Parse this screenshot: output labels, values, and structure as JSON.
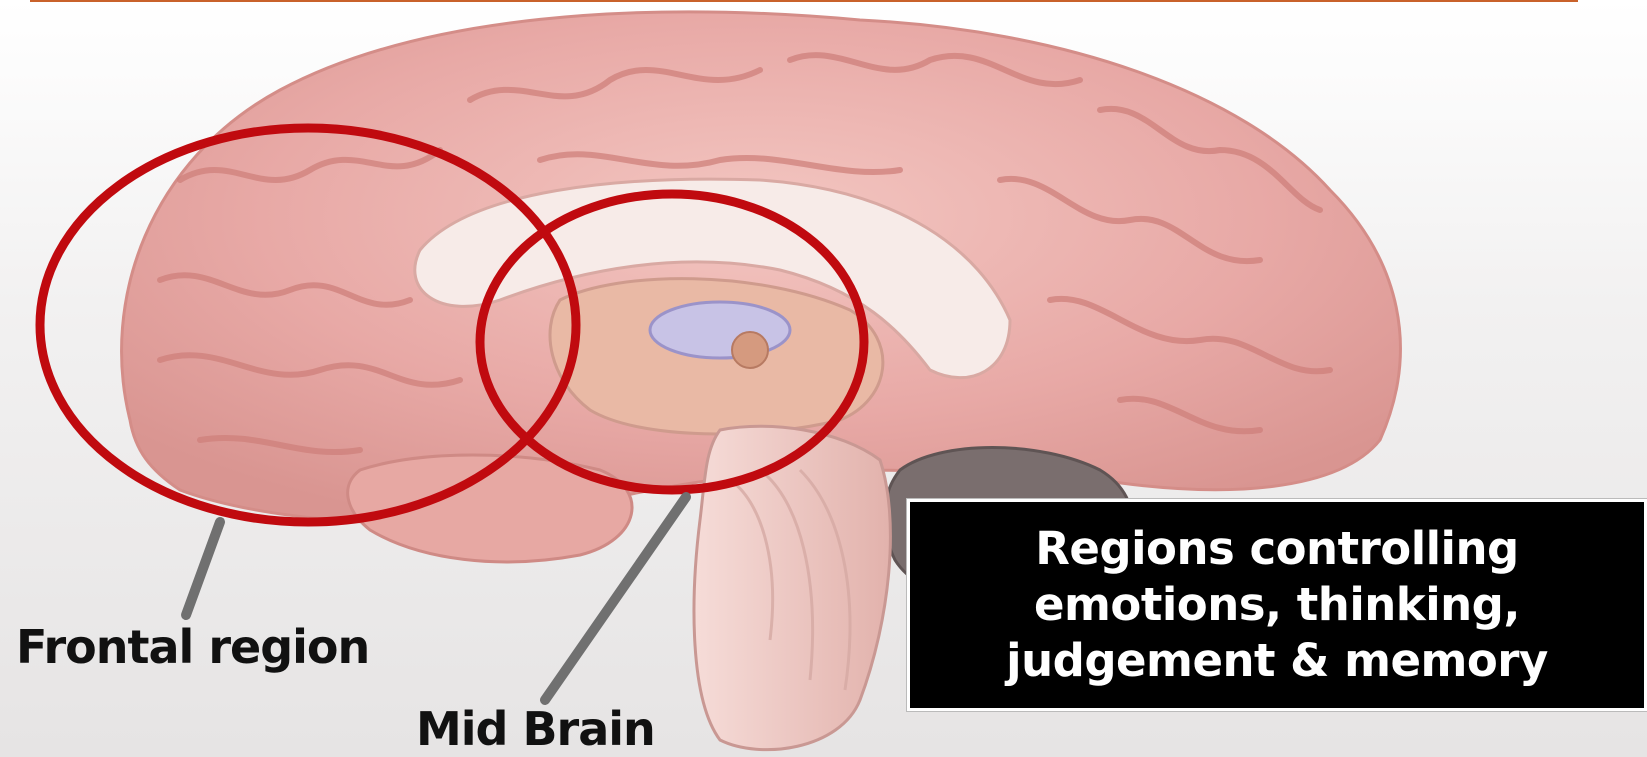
{
  "labels": {
    "frontal": "Frontal region",
    "mid_brain": "Mid Brain"
  },
  "callout": {
    "lines": [
      "Regions controlling",
      "emotions, thinking,",
      "judgement & memory"
    ]
  },
  "colors": {
    "highlight_ring": "#c00a0f",
    "leader_line": "#707070",
    "callout_bg": "#000000",
    "callout_text": "#ffffff",
    "brain_tissue": "#e8a9a6",
    "cerebellum": "#7a6e6e",
    "title_border": "#c9622b"
  }
}
